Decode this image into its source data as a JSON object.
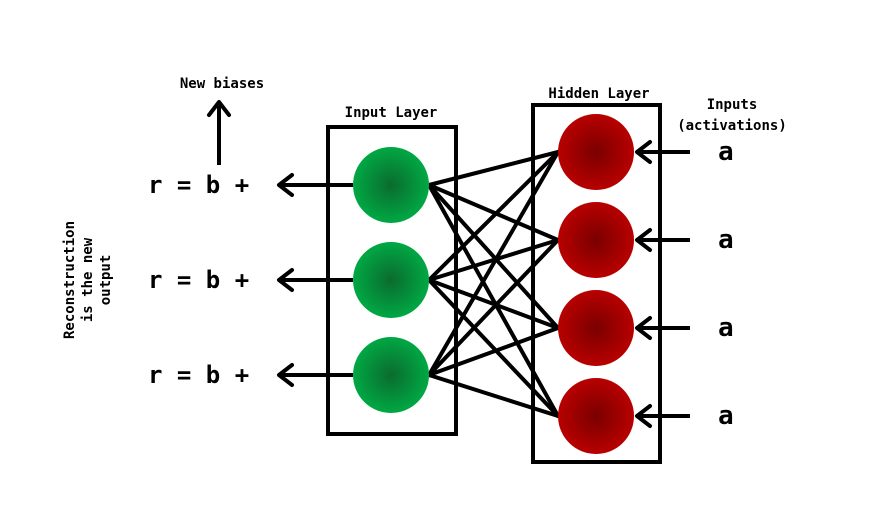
{
  "diagram": {
    "side_label_lines": [
      "Reconstruction",
      "is the new",
      "output"
    ],
    "new_biases_label": "New biases",
    "input_layer": {
      "title": "Input Layer",
      "node_count": 3,
      "node_color_center": "#0b6b2e",
      "node_color_edge": "#00a844"
    },
    "hidden_layer": {
      "title": "Hidden Layer",
      "node_count": 4,
      "node_color_center": "#7a0000",
      "node_color_edge": "#b80000"
    },
    "reconstruction_formulas": [
      "r = b +",
      "r = b +",
      "r = b +"
    ],
    "inputs_label_lines": [
      "Inputs",
      "(activations)"
    ],
    "activation_labels": [
      "a",
      "a",
      "a",
      "a"
    ],
    "connections": "fully-connected input-to-hidden"
  }
}
